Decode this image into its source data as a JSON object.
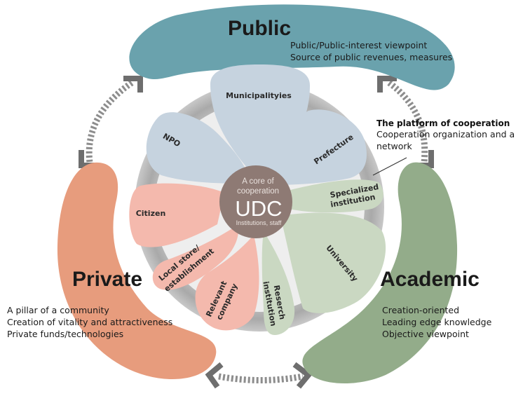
{
  "public": {
    "title": "Public",
    "lines": [
      "Public/Public-interest viewpoint",
      "Source of public revenues, measures"
    ],
    "color": "#6aa2ad"
  },
  "private": {
    "title": "Private",
    "lines": [
      "A pillar of a community",
      "Creation of vitality and attractiveness",
      "Private funds/technologies"
    ],
    "color": "#e79c7d"
  },
  "academic": {
    "title": "Academic",
    "lines": [
      "Creation-oriented",
      "Leading edge knowledge",
      "Objective viewpoint"
    ],
    "color": "#93ac8a"
  },
  "platform": {
    "title": "The platform of cooperation",
    "lines": [
      "Cooperation organization and a",
      "network"
    ]
  },
  "core": {
    "top": "A core of",
    "top2": "cooperation",
    "name": "UDC",
    "sub": "Institutions, staff"
  },
  "petals": {
    "municipalities": "Municipalityies",
    "npo": "NPO",
    "prefecture": "Prefecture",
    "specialized1": "Specialized",
    "specialized2": "institution",
    "citizen": "Citizen",
    "localstore1": "Local store/",
    "localstore2": "establishment",
    "company1": "Relevant",
    "company2": "company",
    "research1": "Reserch",
    "research2": "institution",
    "university": "University"
  },
  "colors": {
    "blue_petal": "#c6d3df",
    "pink_petal": "#f4b9ad",
    "green_petal": "#cad8c2",
    "core": "#8e7a74",
    "ring": "#b4b4b4"
  }
}
